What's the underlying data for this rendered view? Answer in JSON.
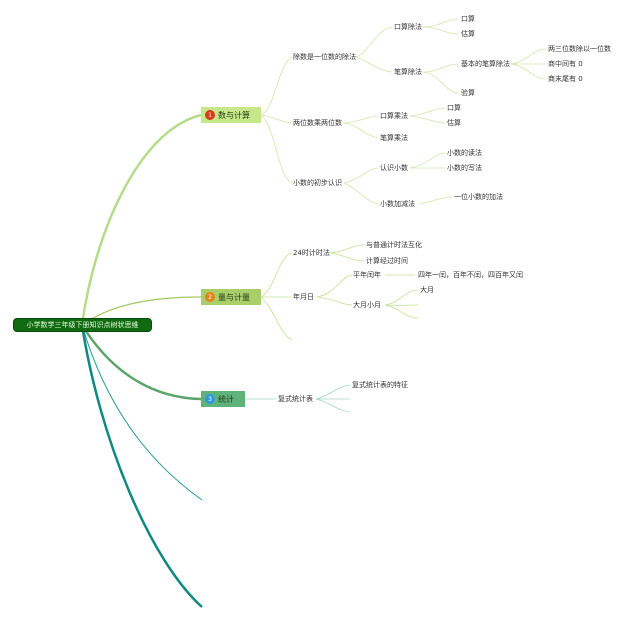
{
  "root": "小学数学三年级下册知识点树状思维",
  "branches": [
    {
      "num": "1",
      "label": "数与计算",
      "fill": "#c7e88a",
      "badge": "#d83a1a"
    },
    {
      "num": "2",
      "label": "量与计量",
      "fill": "#a9cf6a",
      "badge": "#e0851c"
    },
    {
      "num": "3",
      "label": "统计",
      "fill": "#5fb27a",
      "badge": "#2f9ad8"
    }
  ],
  "nodes": {
    "chufa": "除数是一位数的除法",
    "kousuan_chufa": "口算除法",
    "kousuan1": "口算",
    "gusuan1": "估算",
    "bisuan_chufa": "笔算除法",
    "jiben_bisuan": "基本的笔算除法",
    "liangsan": "两三位数除以一位数",
    "shangzhong": "商中间有 0",
    "shangmo": "商末尾有 0",
    "yansuan": "验算",
    "liangwei": "两位数乘两位数",
    "kousuan_chengfa": "口算乘法",
    "kousuan2": "口算",
    "gusuan2": "估算",
    "bisuan_chengfa": "笔算乘法",
    "xiaoshu": "小数的初步认识",
    "renshi": "认识小数",
    "dufa": "小数的读法",
    "xiefa": "小数的写法",
    "jiajian": "小数加减法",
    "yiwei": "一位小数的加法",
    "jishi24": "24时计时法",
    "putong": "与普通计时法互化",
    "jingguo": "计算经过时间",
    "nianyueri": "年月日",
    "pingrun": "平年闰年",
    "sinian": "四年一闰，百年不闰，四百年又闰",
    "dayue": "大月小月",
    "dayue2": "大月",
    "fushi": "复式统计表",
    "tezheng": "复式统计表的特征"
  }
}
